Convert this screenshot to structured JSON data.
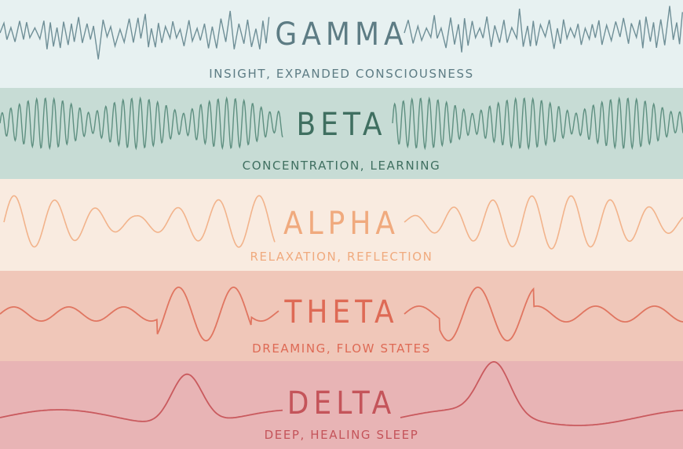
{
  "bands": [
    {
      "id": "gamma",
      "title": "GAMMA",
      "subtitle": "INSIGHT, EXPANDED CONSCIOUSNESS",
      "bg": "#e7f1f1",
      "wave_color": "#6f8f97",
      "title_color": "#5d7c84",
      "subtitle_color": "#5d7c84"
    },
    {
      "id": "beta",
      "title": "BETA",
      "subtitle": "CONCENTRATION, LEARNING",
      "bg": "#c7dcd5",
      "wave_color": "#5e8f80",
      "title_color": "#3f6f60",
      "subtitle_color": "#3f6f60"
    },
    {
      "id": "alpha",
      "title": "ALPHA",
      "subtitle": "RELAXATION, REFLECTION",
      "bg": "#f9ebe0",
      "wave_color": "#f2b38b",
      "title_color": "#f0aa7e",
      "subtitle_color": "#f0aa7e"
    },
    {
      "id": "theta",
      "title": "THETA",
      "subtitle": "DREAMING, FLOW STATES",
      "bg": "#f0c7b9",
      "wave_color": "#e07560",
      "title_color": "#de6a55",
      "subtitle_color": "#de6a55"
    },
    {
      "id": "delta",
      "title": "DELTA",
      "subtitle": "DEEP, HEALING SLEEP",
      "bg": "#e8b4b5",
      "wave_color": "#c95a5e",
      "title_color": "#c4545a",
      "subtitle_color": "#c4545a"
    }
  ]
}
